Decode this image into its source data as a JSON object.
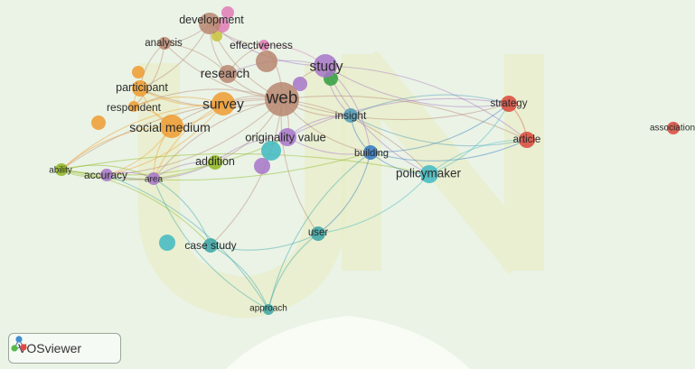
{
  "app": {
    "name": "VOSviewer"
  },
  "network": {
    "clusters": {
      "red": "#d9473a",
      "green": "#8fb51e",
      "blue": "#2f77c2",
      "yellow": "#c8c23a",
      "purple": "#a774c8",
      "cyan": "#3fb8c1",
      "orange": "#ef9b30",
      "brown": "#b98670",
      "pink": "#e17ab5",
      "darkgreen": "#2f9d3c",
      "teal": "#3aa3a6",
      "steel": "#4f9bb9"
    },
    "nodes": [
      {
        "id": "development",
        "label": "development",
        "cluster": "brown"
      },
      {
        "id": "analysis",
        "label": "analysis",
        "cluster": "brown"
      },
      {
        "id": "effectiveness",
        "label": "effectiveness",
        "cluster": "pink"
      },
      {
        "id": "research",
        "label": "research",
        "cluster": "brown"
      },
      {
        "id": "study",
        "label": "study",
        "cluster": "purple"
      },
      {
        "id": "participant",
        "label": "participant",
        "cluster": "orange"
      },
      {
        "id": "web",
        "label": "web",
        "cluster": "brown"
      },
      {
        "id": "survey",
        "label": "survey",
        "cluster": "orange"
      },
      {
        "id": "respondent",
        "label": "respondent",
        "cluster": "orange"
      },
      {
        "id": "insight",
        "label": "insight",
        "cluster": "steel"
      },
      {
        "id": "social-medium",
        "label": "social medium",
        "cluster": "orange"
      },
      {
        "id": "originality-value",
        "label": "originality value",
        "cluster": "purple"
      },
      {
        "id": "strategy",
        "label": "strategy",
        "cluster": "red"
      },
      {
        "id": "article",
        "label": "article",
        "cluster": "red"
      },
      {
        "id": "association",
        "label": "association",
        "cluster": "red"
      },
      {
        "id": "ability",
        "label": "ability",
        "cluster": "green"
      },
      {
        "id": "accuracy",
        "label": "accuracy",
        "cluster": "purple"
      },
      {
        "id": "area",
        "label": "area",
        "cluster": "purple"
      },
      {
        "id": "addition",
        "label": "addition",
        "cluster": "green"
      },
      {
        "id": "building",
        "label": "building",
        "cluster": "blue"
      },
      {
        "id": "policymaker",
        "label": "policymaker",
        "cluster": "cyan"
      },
      {
        "id": "user",
        "label": "user",
        "cluster": "teal"
      },
      {
        "id": "case-study",
        "label": "case study",
        "cluster": "teal"
      },
      {
        "id": "approach",
        "label": "approach",
        "cluster": "teal"
      }
    ],
    "extra_nodes": [
      {
        "cluster": "pink"
      },
      {
        "cluster": "pink"
      },
      {
        "cluster": "darkgreen"
      },
      {
        "cluster": "brown"
      },
      {
        "cluster": "orange"
      },
      {
        "cluster": "orange"
      },
      {
        "cluster": "purple"
      },
      {
        "cluster": "cyan"
      },
      {
        "cluster": "cyan"
      },
      {
        "cluster": "purple"
      },
      {
        "cluster": "yellow"
      }
    ],
    "edges": [
      [
        "web",
        "study"
      ],
      [
        "web",
        "survey"
      ],
      [
        "web",
        "research"
      ],
      [
        "web",
        "social-medium"
      ],
      [
        "web",
        "development"
      ],
      [
        "web",
        "effectiveness"
      ],
      [
        "web",
        "participant"
      ],
      [
        "web",
        "respondent"
      ],
      [
        "web",
        "analysis"
      ],
      [
        "web",
        "insight"
      ],
      [
        "web",
        "originality-value"
      ],
      [
        "web",
        "building"
      ],
      [
        "web",
        "policymaker"
      ],
      [
        "web",
        "strategy"
      ],
      [
        "web",
        "article"
      ],
      [
        "web",
        "ability"
      ],
      [
        "web",
        "accuracy"
      ],
      [
        "web",
        "area"
      ],
      [
        "web",
        "addition"
      ],
      [
        "web",
        "user"
      ],
      [
        "web",
        "case-study"
      ],
      [
        "study",
        "strategy"
      ],
      [
        "study",
        "article"
      ],
      [
        "study",
        "research"
      ],
      [
        "study",
        "development"
      ],
      [
        "study",
        "insight"
      ],
      [
        "study",
        "building"
      ],
      [
        "study",
        "policymaker"
      ],
      [
        "survey",
        "participant"
      ],
      [
        "survey",
        "respondent"
      ],
      [
        "survey",
        "social-medium"
      ],
      [
        "survey",
        "ability"
      ],
      [
        "survey",
        "accuracy"
      ],
      [
        "survey",
        "area"
      ],
      [
        "research",
        "development"
      ],
      [
        "research",
        "analysis"
      ],
      [
        "research",
        "effectiveness"
      ],
      [
        "social-medium",
        "ability"
      ],
      [
        "social-medium",
        "accuracy"
      ],
      [
        "social-medium",
        "area"
      ],
      [
        "social-medium",
        "participant"
      ],
      [
        "social-medium",
        "respondent"
      ],
      [
        "development",
        "analysis"
      ],
      [
        "development",
        "effectiveness"
      ],
      [
        "development",
        "participant"
      ],
      [
        "ability",
        "accuracy"
      ],
      [
        "ability",
        "area"
      ],
      [
        "ability",
        "addition"
      ],
      [
        "ability",
        "case-study"
      ],
      [
        "ability",
        "building"
      ],
      [
        "ability",
        "policymaker"
      ],
      [
        "ability",
        "originality-value"
      ],
      [
        "accuracy",
        "area"
      ],
      [
        "accuracy",
        "addition"
      ],
      [
        "area",
        "addition"
      ],
      [
        "originality-value",
        "building"
      ],
      [
        "originality-value",
        "insight"
      ],
      [
        "originality-value",
        "addition"
      ],
      [
        "originality-value",
        "strategy"
      ],
      [
        "building",
        "policymaker"
      ],
      [
        "building",
        "insight"
      ],
      [
        "building",
        "article"
      ],
      [
        "building",
        "user"
      ],
      [
        "building",
        "strategy"
      ],
      [
        "insight",
        "strategy"
      ],
      [
        "insight",
        "article"
      ],
      [
        "policymaker",
        "article"
      ],
      [
        "policymaker",
        "strategy"
      ],
      [
        "policymaker",
        "user"
      ],
      [
        "user",
        "approach"
      ],
      [
        "user",
        "case-study"
      ],
      [
        "approach",
        "case-study"
      ],
      [
        "approach",
        "area"
      ],
      [
        "approach",
        "accuracy"
      ],
      [
        "approach",
        "building"
      ],
      [
        "case-study",
        "area"
      ],
      [
        "strategy",
        "article"
      ],
      [
        "analysis",
        "participant"
      ],
      [
        "analysis",
        "respondent"
      ],
      [
        "participant",
        "respondent"
      ],
      [
        "effectiveness",
        "study"
      ]
    ]
  }
}
